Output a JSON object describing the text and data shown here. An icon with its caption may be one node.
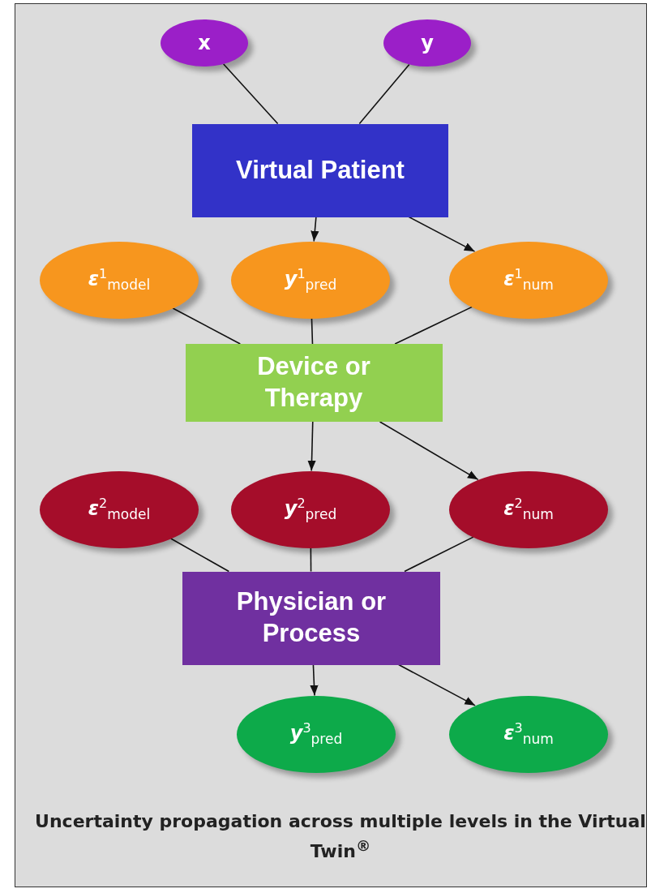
{
  "diagram": {
    "caption": "Uncertainty propagation across multiple levels in the Virtual Twin$^{®}$",
    "nodes": [
      {
        "text": [
          "x"
        ]
      },
      {
        "text": [
          "y"
        ]
      },
      {
        "text": [
          "Virtual Patient"
        ]
      },
      {
        "text": [
          "**ε**$^{1}$$_{model}$"
        ]
      },
      {
        "text": [
          "**y**$^{1}$$_{pred}$"
        ]
      },
      {
        "text": [
          "**ε**$^{1}$$_{num}$"
        ]
      },
      {
        "text": [
          "Device or Therapy"
        ]
      },
      {
        "text": [
          "**ε**$^{2}$$_{model}$"
        ]
      },
      {
        "text": [
          "**y**$^{2}$$_{pred}$"
        ]
      },
      {
        "text": [
          "**ε**$^{2}$$_{num}$"
        ]
      },
      {
        "text": [
          "Physician or Process"
        ]
      },
      {
        "text": [
          "**y**$^{3}$$_{pred}$"
        ]
      },
      {
        "text": [
          "**ε**$^{3}$$_{num}$"
        ]
      }
    ],
    "edges": [
      {
        "from": 0,
        "to": 2,
        "arrow": "none"
      },
      {
        "from": 1,
        "to": 2,
        "arrow": "none"
      },
      {
        "from": 2,
        "to": 4,
        "arrow": "to"
      },
      {
        "from": 2,
        "to": 5,
        "arrow": "to"
      },
      {
        "from": 3,
        "to": 6,
        "arrow": "none"
      },
      {
        "from": 4,
        "to": 6,
        "arrow": "none"
      },
      {
        "from": 5,
        "to": 6,
        "arrow": "none"
      },
      {
        "from": 6,
        "to": 8,
        "arrow": "to"
      },
      {
        "from": 6,
        "to": 9,
        "arrow": "to"
      },
      {
        "from": 7,
        "to": 10,
        "arrow": "none"
      },
      {
        "from": 8,
        "to": 10,
        "arrow": "none"
      },
      {
        "from": 9,
        "to": 10,
        "arrow": "none"
      },
      {
        "from": 10,
        "to": 11,
        "arrow": "to"
      },
      {
        "from": 10,
        "to": 12,
        "arrow": "to"
      }
    ]
  }
}
